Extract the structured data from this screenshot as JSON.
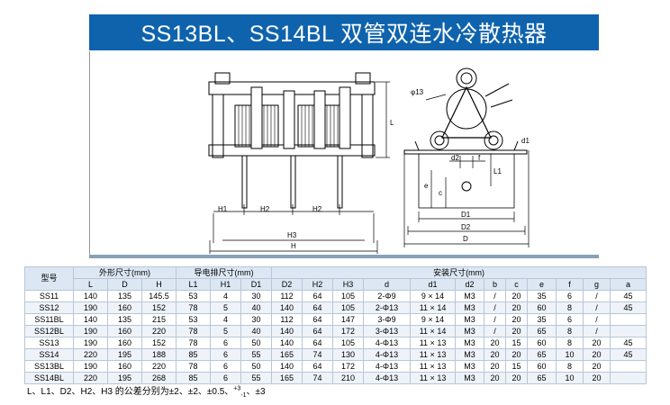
{
  "title": "SS13BL、SS14BL 双管双连水冷散热器",
  "drawing": {
    "front_labels": {
      "H1": "H1",
      "H2a": "H2",
      "H2b": "H2",
      "H3": "H3",
      "H": "H",
      "L": "L"
    },
    "side_labels": {
      "d13": "φ13",
      "d1": "d1",
      "d2": "d2",
      "f": "f",
      "e": "e",
      "c": "c",
      "L1": "L1",
      "D1": "D1",
      "D2": "D2",
      "D": "D"
    }
  },
  "table": {
    "group_model": "型号",
    "group_outline": "外形尺寸(mm)",
    "group_busbar": "导电排尺寸(mm)",
    "group_install": "安装尺寸(mm)",
    "columns": [
      "L",
      "D",
      "H",
      "L1",
      "H1",
      "D1",
      "D2",
      "H2",
      "H3",
      "d",
      "d1",
      "d2",
      "b",
      "c",
      "e",
      "f",
      "g",
      "a"
    ],
    "rows": [
      [
        "SS11",
        "140",
        "135",
        "145.5",
        "53",
        "4",
        "30",
        "112",
        "64",
        "105",
        "2-Φ9",
        "9 × 14",
        "M3",
        "/",
        "20",
        "35",
        "6",
        "/",
        "45"
      ],
      [
        "SS12",
        "190",
        "160",
        "152",
        "78",
        "5",
        "40",
        "140",
        "64",
        "105",
        "2-Φ13",
        "11 × 14",
        "M3",
        "/",
        "20",
        "60",
        "8",
        "/",
        "45"
      ],
      [
        "SS11BL",
        "140",
        "135",
        "215",
        "53",
        "4",
        "30",
        "112",
        "64",
        "147",
        "3-Φ9",
        "9 × 14",
        "M3",
        "/",
        "20",
        "35",
        "6",
        "/",
        ""
      ],
      [
        "SS12BL",
        "190",
        "160",
        "220",
        "78",
        "5",
        "40",
        "140",
        "64",
        "172",
        "3-Φ13",
        "11 × 14",
        "M3",
        "/",
        "20",
        "65",
        "8",
        "/",
        ""
      ],
      [
        "SS13",
        "190",
        "160",
        "152",
        "78",
        "6",
        "50",
        "140",
        "64",
        "105",
        "4-Φ13",
        "11 × 13",
        "M3",
        "20",
        "15",
        "60",
        "8",
        "20",
        "45"
      ],
      [
        "SS14",
        "220",
        "195",
        "188",
        "85",
        "6",
        "55",
        "165",
        "74",
        "130",
        "4-Φ13",
        "11 × 13",
        "M3",
        "20",
        "20",
        "65",
        "10",
        "20",
        "45"
      ],
      [
        "SS13BL",
        "190",
        "160",
        "220",
        "78",
        "6",
        "50",
        "140",
        "64",
        "172",
        "4-Φ13",
        "11 × 13",
        "M3",
        "20",
        "15",
        "60",
        "8",
        "20",
        ""
      ],
      [
        "SS14BL",
        "220",
        "195",
        "268",
        "85",
        "6",
        "55",
        "165",
        "74",
        "210",
        "4-Φ13",
        "11 × 13",
        "M3",
        "20",
        "20",
        "65",
        "10",
        "20",
        ""
      ]
    ]
  },
  "note": {
    "text": "L、L1、D2、H2、H3 的公差分别为±2、±2、±0.5、",
    "tol_upper": "+3",
    "tol_lower": "-1",
    "tail": "、±3"
  },
  "colors": {
    "banner": "#0f63ad",
    "header_bg": "#dce7f3",
    "border": "#b8c6d6"
  }
}
